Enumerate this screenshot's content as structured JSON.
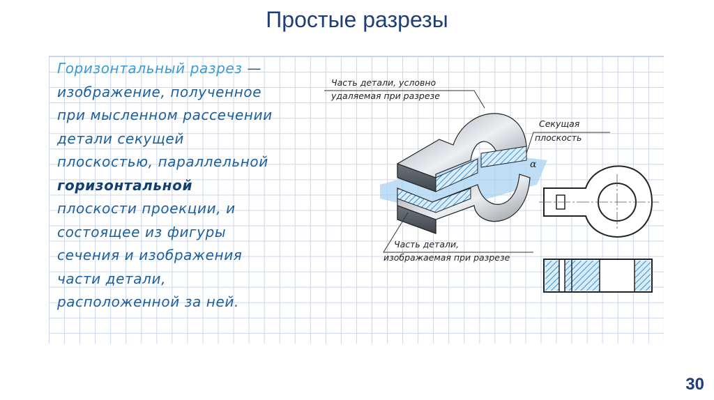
{
  "title": "Простые разрезы",
  "page_number": "30",
  "definition": {
    "term": "Горизонтальный разрез",
    "dash": " —",
    "line2": "изображение, полученное",
    "line3": "при мысленном рассечении",
    "line4": "детали секущей",
    "line5": "плоскостью, параллельной",
    "bold_word": "горизонтальной",
    "line7": "плоскости проекции, и",
    "line8": "состоящее из фигуры",
    "line9": "сечения и изображения",
    "line10": "части детали,",
    "line11": "расположенной за ней."
  },
  "figure": {
    "label_removed_1": "Часть детали, условно",
    "label_removed_2": "удаляемая при разрезе",
    "label_plane_1": "Секущая",
    "label_plane_2": "плоскость",
    "label_shown_1": "Часть детали,",
    "label_shown_2": "изображаемая при разрезе",
    "alpha": "α"
  },
  "colors": {
    "title": "#1f3e78",
    "text": "#1b5f9e",
    "term": "#3a9ad6",
    "hatch": "#3a8fd0",
    "plane": "#a9d3f2"
  }
}
